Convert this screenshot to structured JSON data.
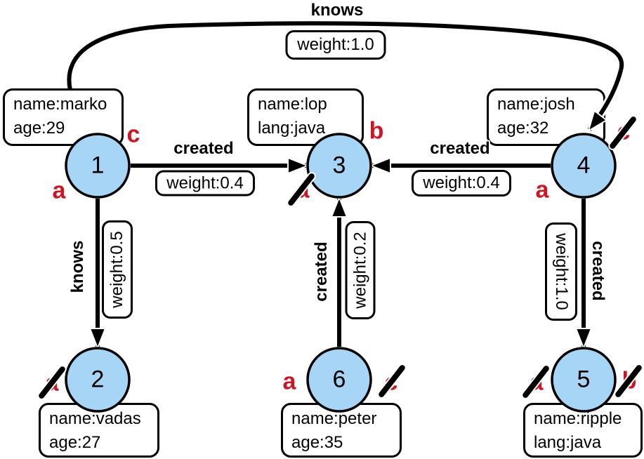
{
  "graph": {
    "nodes": [
      {
        "id": "1",
        "line1": "name:marko",
        "line2": "age:29"
      },
      {
        "id": "2",
        "line1": "name:vadas",
        "line2": "age:27"
      },
      {
        "id": "3",
        "line1": "name:lop",
        "line2": "lang:java"
      },
      {
        "id": "4",
        "line1": "name:josh",
        "line2": "age:32"
      },
      {
        "id": "5",
        "line1": "name:ripple",
        "line2": "lang:java"
      },
      {
        "id": "6",
        "line1": "name:peter",
        "line2": "age:35"
      }
    ],
    "edges": [
      {
        "from": "1",
        "to": "4",
        "label": "knows",
        "weight": "weight:1.0"
      },
      {
        "from": "1",
        "to": "3",
        "label": "created",
        "weight": "weight:0.4"
      },
      {
        "from": "4",
        "to": "3",
        "label": "created",
        "weight": "weight:0.4"
      },
      {
        "from": "1",
        "to": "2",
        "label": "knows",
        "weight": "weight:0.5"
      },
      {
        "from": "6",
        "to": "3",
        "label": "created",
        "weight": "weight:0.2"
      },
      {
        "from": "4",
        "to": "5",
        "label": "created",
        "weight": "weight:1.0"
      }
    ],
    "annotations": [
      {
        "node": "1",
        "letter": "a",
        "crossed": false
      },
      {
        "node": "1",
        "letter": "c",
        "crossed": false
      },
      {
        "node": "2",
        "letter": "a",
        "crossed": true
      },
      {
        "node": "3",
        "letter": "a",
        "crossed": true
      },
      {
        "node": "3",
        "letter": "b",
        "crossed": false
      },
      {
        "node": "4",
        "letter": "a",
        "crossed": false
      },
      {
        "node": "4",
        "letter": "c",
        "crossed": true
      },
      {
        "node": "5",
        "letter": "a",
        "crossed": true
      },
      {
        "node": "5",
        "letter": "b",
        "crossed": true
      },
      {
        "node": "6",
        "letter": "a",
        "crossed": false
      },
      {
        "node": "6",
        "letter": "c",
        "crossed": true
      }
    ]
  },
  "colors": {
    "node_fill": "#a6d5f5",
    "node_stroke": "#000000",
    "edge": "#000000",
    "annotation_red": "#cc1626",
    "background": "#ffffff"
  }
}
